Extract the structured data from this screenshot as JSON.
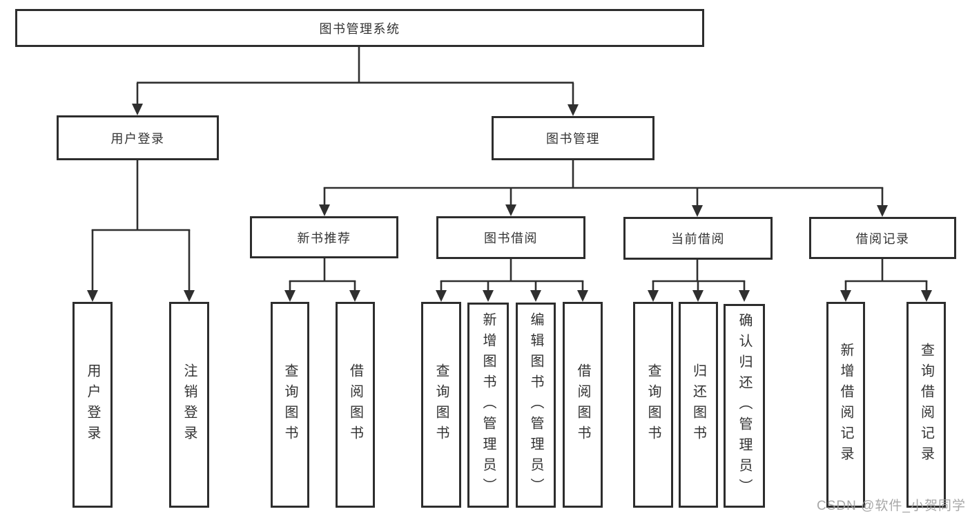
{
  "diagram_title": "图书管理系统",
  "nodes": {
    "root": "图书管理系统",
    "user_login": "用户登录",
    "book_management": "图书管理",
    "new_book_recommend": "新书推荐",
    "book_borrowing": "图书借阅",
    "current_borrowing": "当前借阅",
    "borrowing_records": "借阅记录",
    "leaf_user_login": "用户登录",
    "leaf_logout": "注销登录",
    "leaf_rec_query_books": "查询图书",
    "leaf_rec_borrow_books": "借阅图书",
    "leaf_bb_query_books": "查询图书",
    "leaf_bb_add_books_admin": "新增图书（管理员）",
    "leaf_bb_edit_books_admin": "编辑图书（管理员）",
    "leaf_bb_borrow_books": "借阅图书",
    "leaf_cb_query_books": "查询图书",
    "leaf_cb_return_books": "归还图书",
    "leaf_cb_confirm_return_admin": "确认归还（管理员）",
    "leaf_br_add_record": "新增借阅记录",
    "leaf_br_query_record": "查询借阅记录"
  },
  "watermark": "CSDN @软件_小贺同学",
  "colors": {
    "box_border": "#2d2d2d",
    "connector": "#2f2f2f",
    "text": "#333333",
    "background": "#ffffff",
    "watermark": "#9e9e9e"
  }
}
